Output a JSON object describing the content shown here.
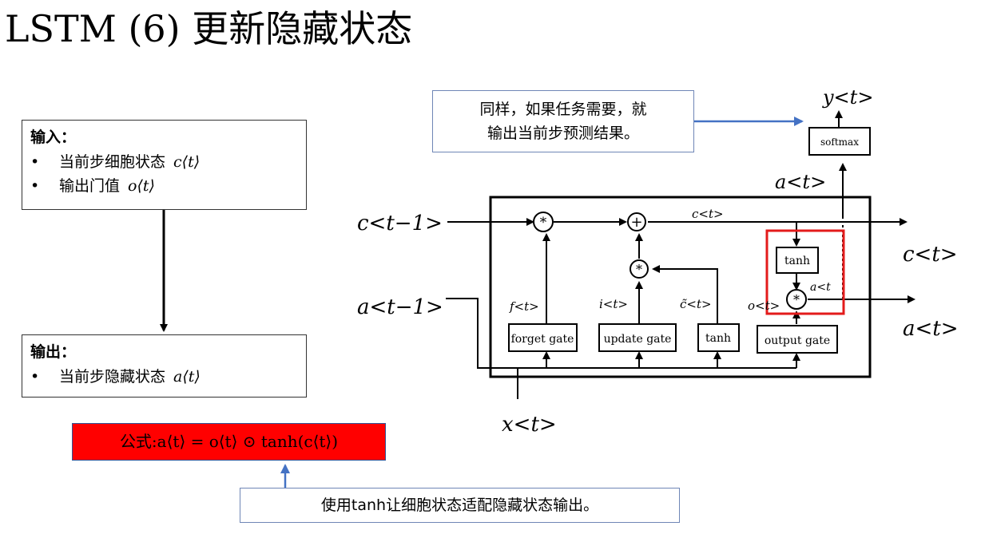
{
  "title": "LSTM (6) 更新隐藏状态",
  "input_box": {
    "heading": "输入：",
    "items": [
      {
        "text": "当前步细胞状态",
        "math": "c⟨t⟩"
      },
      {
        "text": "输出门值",
        "math": "o⟨t⟩"
      }
    ]
  },
  "output_box": {
    "heading": "输出：",
    "items": [
      {
        "text": "当前步隐藏状态",
        "math": "a⟨t⟩"
      }
    ]
  },
  "formula": "公式:a⟨t⟩ = o⟨t⟩ ⊙ tanh(c⟨t⟩)",
  "note_bottom": "使用tanh让细胞状态适配隐藏状态输出。",
  "note_top": {
    "line1": "同样，如果任务需要，就",
    "line2": "输出当前步预测结果。"
  },
  "diagram": {
    "c_prev": "c<t−1>",
    "a_prev": "a<t−1>",
    "x_t": "x<t>",
    "c_out": "c<t>",
    "a_out": "a<t>",
    "a_up": "a<t>",
    "y_t": "y<t>",
    "softmax": "softmax",
    "c_inner": "c<t>",
    "forget_gate": "forget gate",
    "update_gate": "update gate",
    "tanh_gate": "tanh",
    "output_gate": "output gate",
    "tanh_box": "tanh",
    "f_label": "f<t>",
    "i_label": "i<t>",
    "ctilde_label": "c̃<t>",
    "o_label": "o<t>",
    "a_inner": "a<t",
    "mult": "*",
    "plus": "+",
    "highlight_color": "#e31b1b",
    "arrow_color": "#4472c4",
    "formula_bg": "#ff0000"
  }
}
